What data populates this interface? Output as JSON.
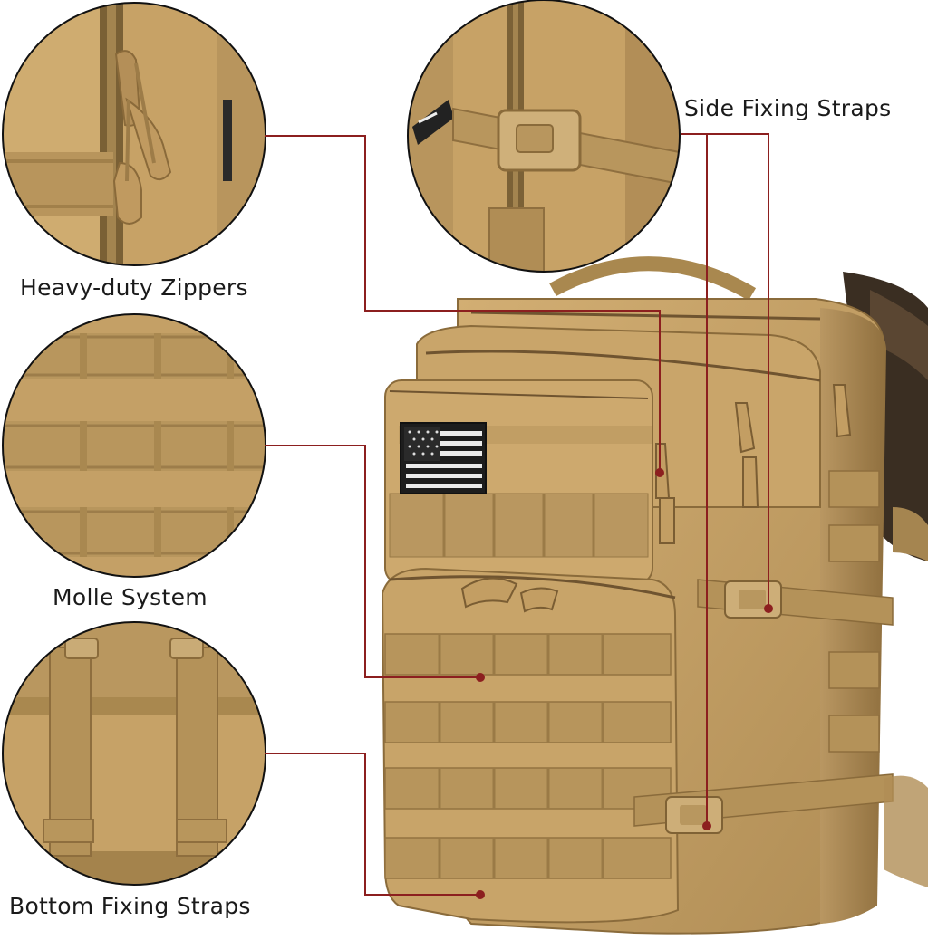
{
  "labels": {
    "zippers": "Heavy-duty Zippers",
    "molle": "Molle System",
    "bottom": "Bottom Fixing Straps",
    "side": "Side Fixing Straps"
  },
  "colors": {
    "fabric": "#c8a46b",
    "fabric_dark": "#a9884f",
    "webbing": "#b9975d",
    "callout_line": "#8c1f1f",
    "label_text": "#1a1a1a"
  }
}
